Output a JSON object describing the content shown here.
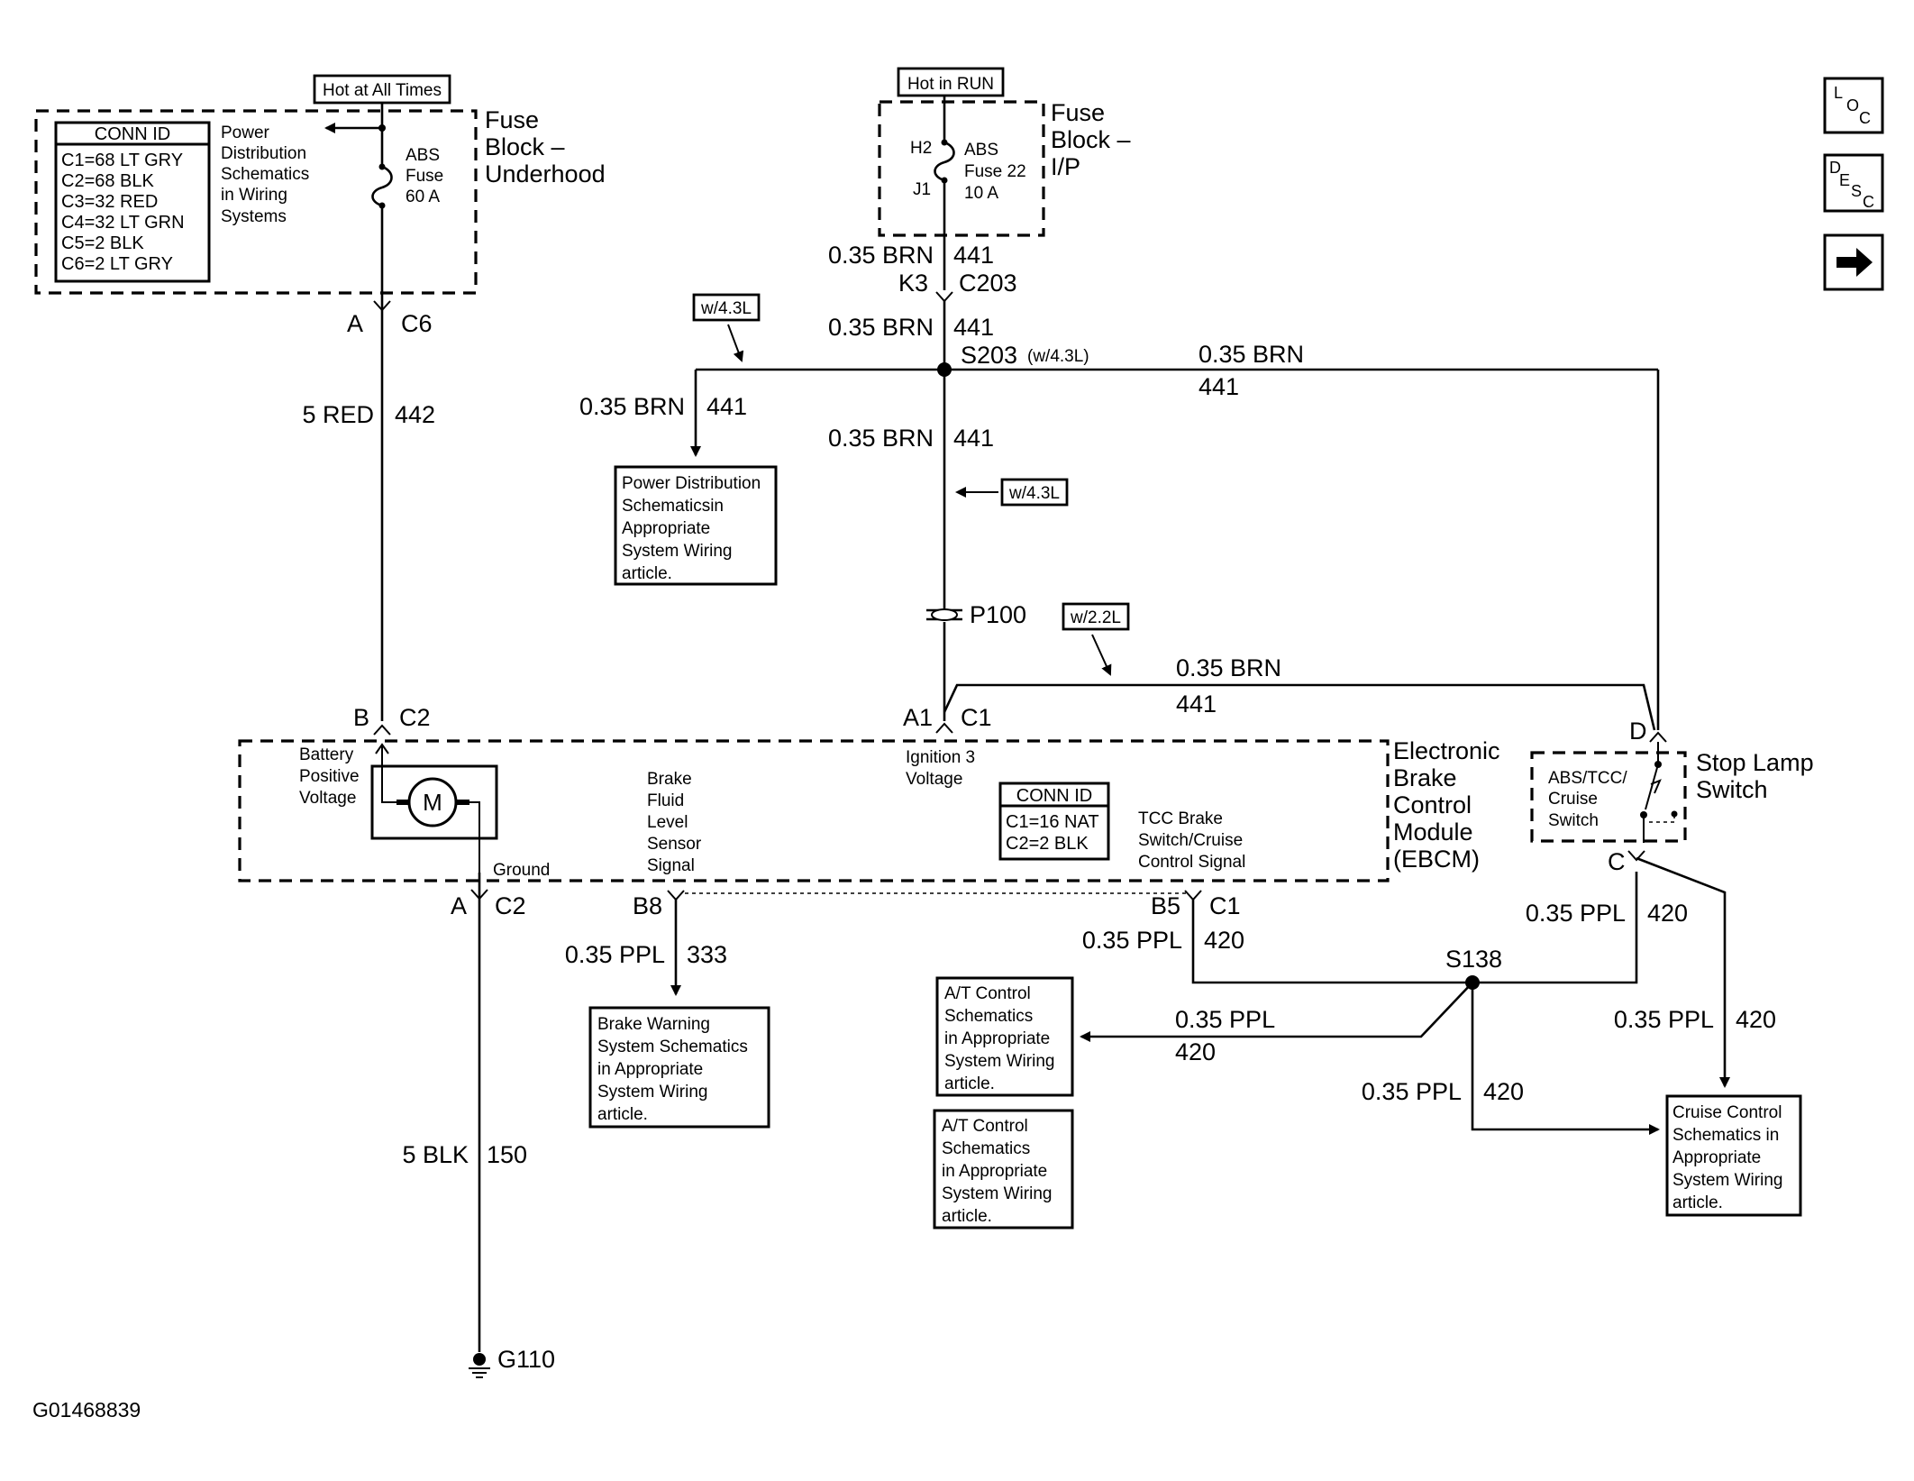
{
  "fuse_block_underhood": {
    "hot_tag": "Hot at All Times",
    "title_lines": [
      "Fuse",
      "Block –",
      "Underhood"
    ],
    "conn_id": {
      "header": "CONN ID",
      "rows": [
        "C1=68 LT GRY",
        "C2=68 BLK",
        "C3=32 RED",
        "C4=32 LT GRN",
        "C5=2 BLK",
        "C6=2 LT GRY"
      ]
    },
    "power_dist_lines": [
      "Power",
      "Distribution",
      "Schematics",
      "in Wiring",
      "Systems"
    ],
    "fuse_lines": [
      "ABS",
      "Fuse",
      "60 A"
    ]
  },
  "fuse_block_ip": {
    "hot_tag": "Hot in RUN",
    "title_lines": [
      "Fuse",
      "Block –",
      "I/P"
    ],
    "pin_top": "H2",
    "pin_bottom": "J1",
    "fuse_lines": [
      "ABS",
      "Fuse 22",
      "10 A"
    ]
  },
  "connectors": {
    "c6_pin": "A",
    "c6": "C6",
    "c203_pin": "K3",
    "c203": "C203",
    "ebcm_c2_pin_b": "B",
    "ebcm_c2": "C2",
    "ebcm_c1_pin_a1": "A1",
    "ebcm_c1": "C1",
    "ground_c2_pin": "A",
    "ground_c2": "C2",
    "b8_pin": "B8",
    "b5_pin": "B5",
    "b5_conn": "C1",
    "stop_d": "D",
    "stop_c": "C"
  },
  "splices": {
    "s203": "S203",
    "s203_note": "(w/4.3L)",
    "s138": "S138",
    "p100": "P100",
    "g110": "G110"
  },
  "option_tags": {
    "w43_top": "w/4.3L",
    "w43_mid": "w/4.3L",
    "w22": "w/2.2L"
  },
  "wires": {
    "brn_color": "0.35 BRN",
    "brn_circuit": "441",
    "red_color": "5 RED",
    "red_circuit": "442",
    "blk_color": "5 BLK",
    "blk_circuit": "150",
    "ppl_color": "0.35 PPL",
    "ppl_circuit_333": "333",
    "ppl_circuit_420": "420"
  },
  "ebcm": {
    "title_lines": [
      "Electronic",
      "Brake",
      "Control",
      "Module",
      "(EBCM)"
    ],
    "battery_lines": [
      "Battery",
      "Positive",
      "Voltage"
    ],
    "motor": "M",
    "ground": "Ground",
    "brake_fluid_lines": [
      "Brake",
      "Fluid",
      "Level",
      "Sensor",
      "Signal"
    ],
    "ignition_lines": [
      "Ignition 3",
      "Voltage"
    ],
    "conn_id": {
      "header": "CONN ID",
      "rows": [
        "C1=16 NAT",
        "C2=2 BLK"
      ]
    },
    "tcc_lines": [
      "TCC Brake",
      "Switch/Cruise",
      "Control Signal"
    ]
  },
  "stop_lamp": {
    "title_lines": [
      "Stop Lamp",
      "Switch"
    ],
    "inner_lines": [
      "ABS/TCC/",
      "Cruise",
      "Switch"
    ]
  },
  "ref_boxes": {
    "power_dist": [
      "Power Distribution",
      "Schematicsin",
      "Appropriate",
      "System Wiring",
      "article."
    ],
    "brake_warning": [
      "Brake Warning",
      "System Schematics",
      "in Appropriate",
      "System Wiring",
      "article."
    ],
    "at_control_1": [
      "A/T Control",
      "Schematics",
      "in Appropriate",
      "System Wiring",
      "article."
    ],
    "at_control_2": [
      "A/T Control",
      "Schematics",
      "in Appropriate",
      "System Wiring",
      "article."
    ],
    "cruise_control": [
      "Cruise Control",
      "Schematics in",
      "Appropriate",
      "System Wiring",
      "article."
    ]
  },
  "nav": {
    "loc": [
      "L",
      "O",
      "C"
    ],
    "desc": [
      "D",
      "E",
      "S",
      "C"
    ],
    "next_icon": "arrow-right-icon"
  },
  "figure_id": "G01468839"
}
